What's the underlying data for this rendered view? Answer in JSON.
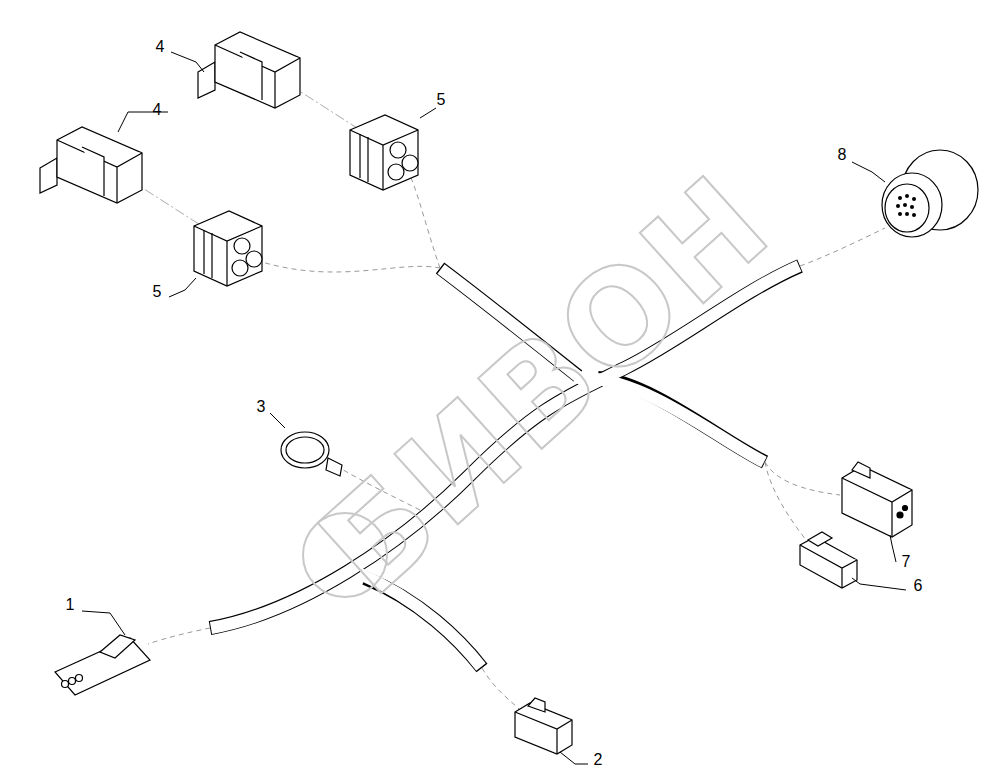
{
  "diagram": {
    "labels": [
      "4",
      "5",
      "4",
      "8",
      "5",
      "3",
      "7",
      "6",
      "1",
      "2",
      "БИВОН"
    ]
  }
}
